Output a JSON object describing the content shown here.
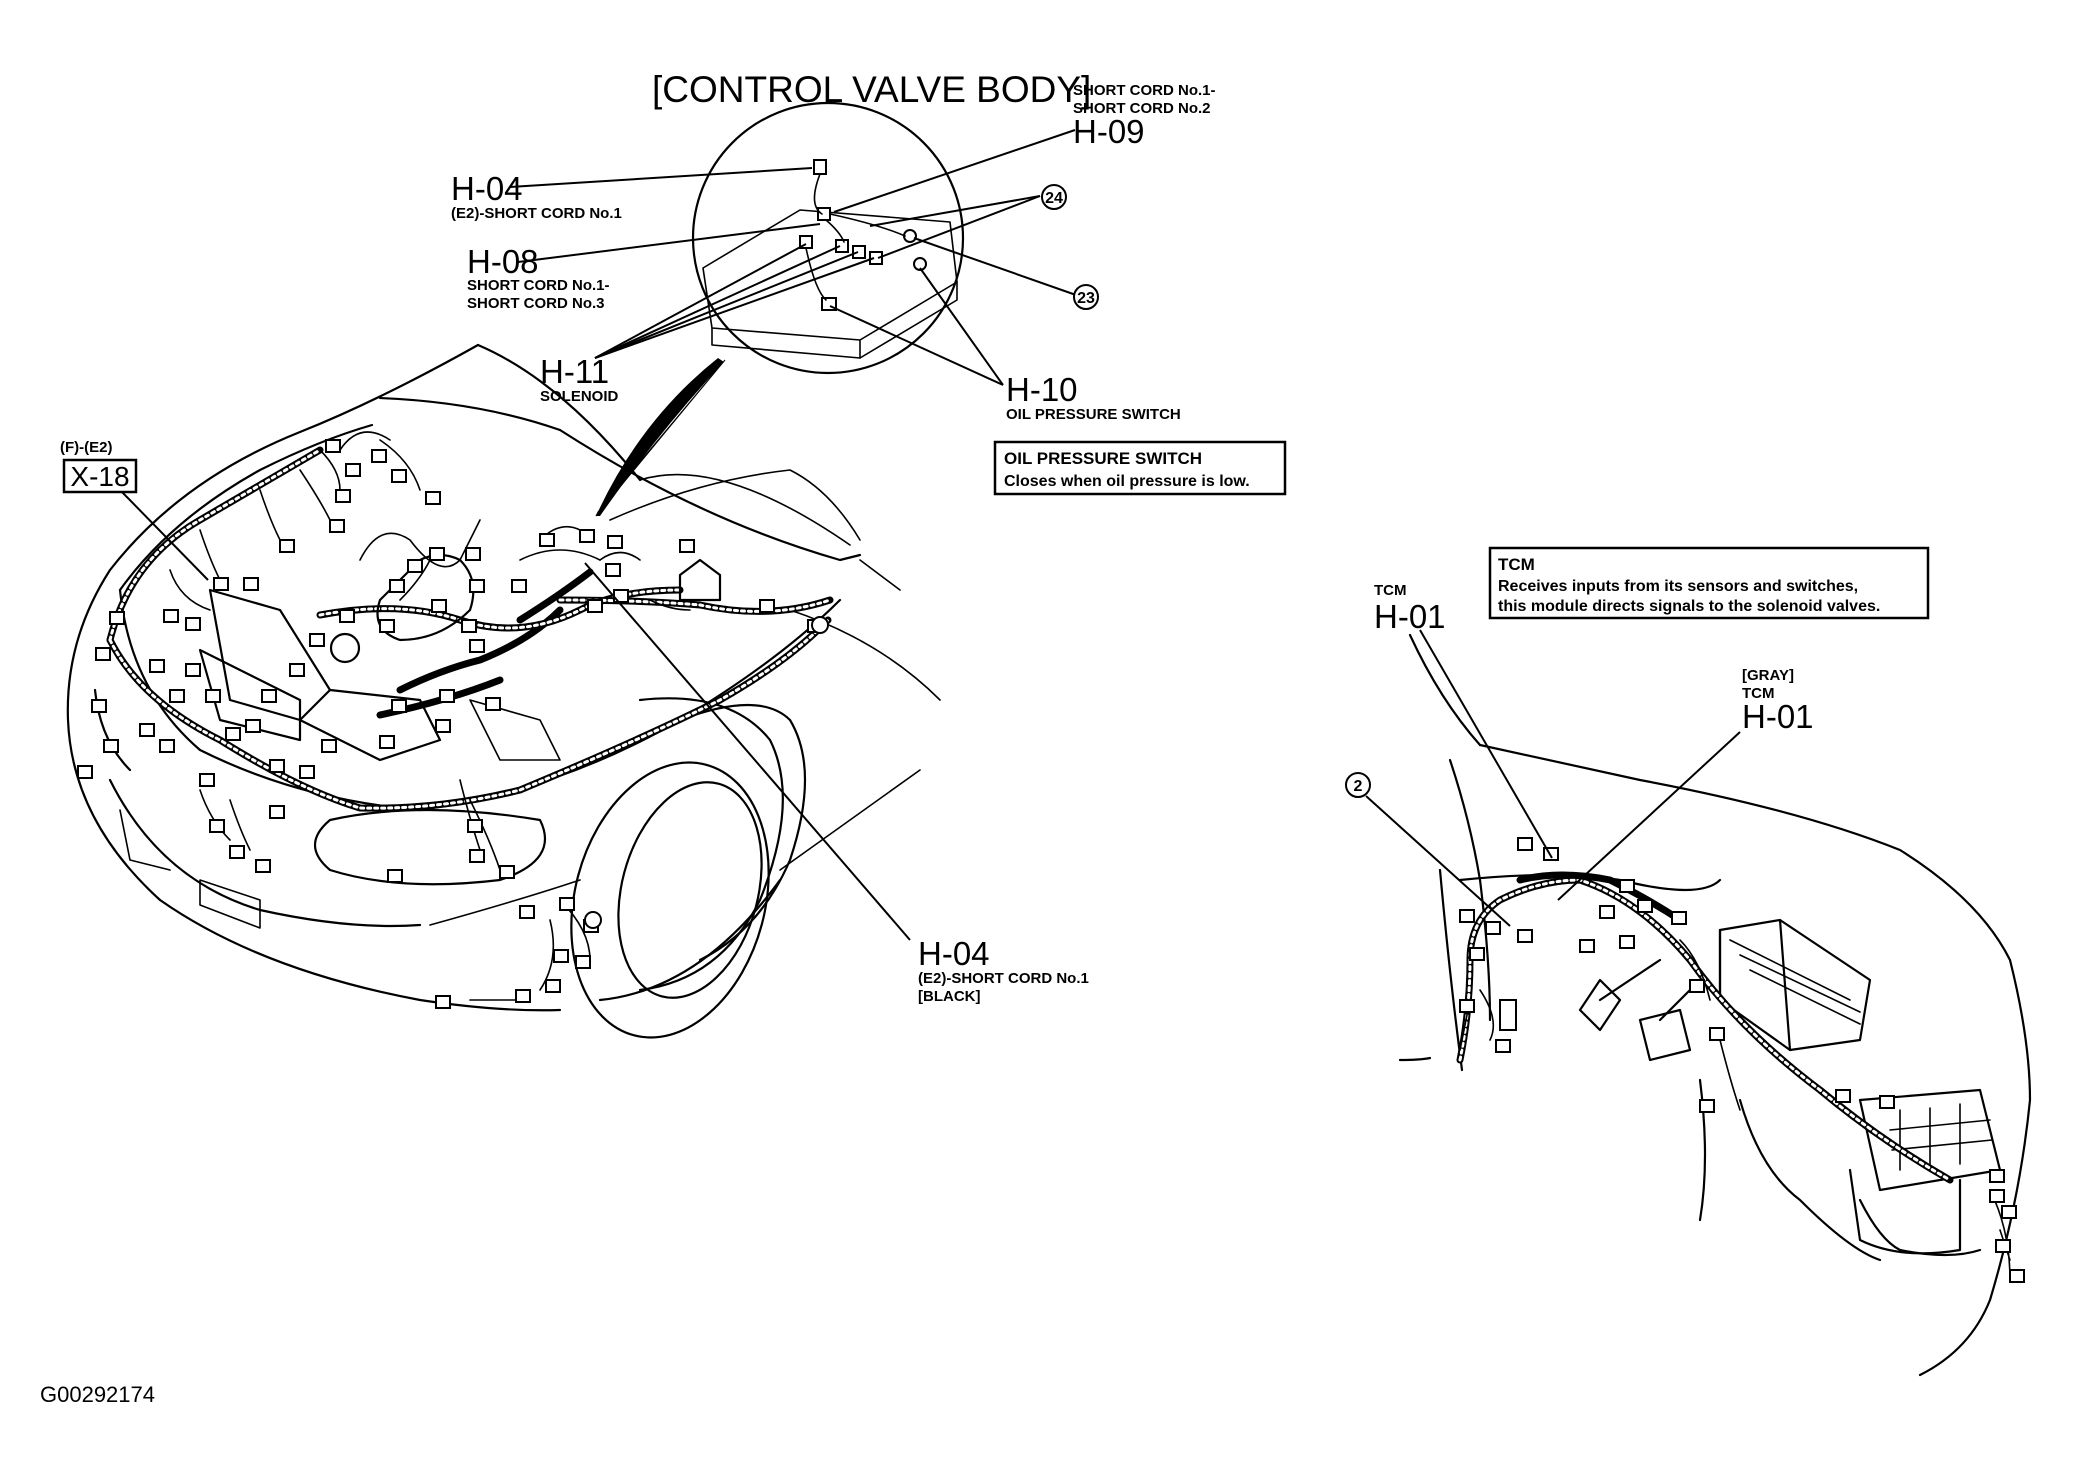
{
  "title": "[CONTROL VALVE BODY]",
  "labels": {
    "h04_top": {
      "code": "H-04",
      "desc": "(E2)-SHORT CORD No.1"
    },
    "h08": {
      "code": "H-08",
      "desc1": "SHORT CORD No.1-",
      "desc2": "SHORT CORD No.3"
    },
    "h09": {
      "code": "H-09",
      "desc1": "SHORT CORD No.1-",
      "desc2": "SHORT CORD No.2"
    },
    "h11": {
      "code": "H-11",
      "desc": "SOLENOID"
    },
    "h10": {
      "code": "H-10",
      "desc": "OIL PRESSURE SWITCH"
    },
    "x18": {
      "code": "X-18",
      "prefix": "(F)-(E2)"
    },
    "h04_bottom": {
      "code": "H-04",
      "desc1": "(E2)-SHORT CORD No.1",
      "desc2": "[BLACK]"
    },
    "h01_left": {
      "code": "H-01",
      "prefix": "TCM"
    },
    "h01_right": {
      "code": "H-01",
      "prefix1": "[GRAY]",
      "prefix2": "TCM"
    },
    "callout_24": "24",
    "callout_23": "23",
    "callout_2": "2"
  },
  "notes": {
    "oil_pressure_switch": {
      "heading": "OIL PRESSURE SWITCH",
      "body": "Closes when oil pressure is low."
    },
    "tcm": {
      "heading": "TCM",
      "line1": "Receives inputs from its sensors and switches,",
      "line2": "this module directs signals to the solenoid valves."
    }
  },
  "figure_id": "G00292174"
}
